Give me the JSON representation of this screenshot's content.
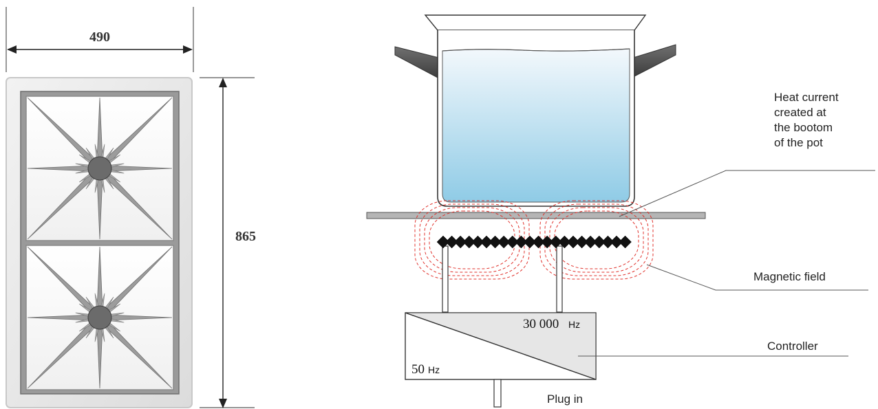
{
  "cooktop": {
    "width_label": "490",
    "height_label": "865"
  },
  "induction": {
    "heat_label": [
      "Heat current",
      "created at",
      "the bootom",
      "of the pot"
    ],
    "magnetic_label": "Magnetic field",
    "controller_label": "Controller",
    "plug_label": "Plug in",
    "high_freq_value": "30 000",
    "high_freq_unit": "Hz",
    "low_freq_value": "50",
    "low_freq_unit": "Hz"
  },
  "colors": {
    "field_lines": "#e0312b",
    "coil": "#111111",
    "water_top": "#f3f8fc",
    "water_bottom": "#8fcbe6",
    "controller_fill": "#e6e6e6",
    "plate": "#b5b5b5"
  }
}
